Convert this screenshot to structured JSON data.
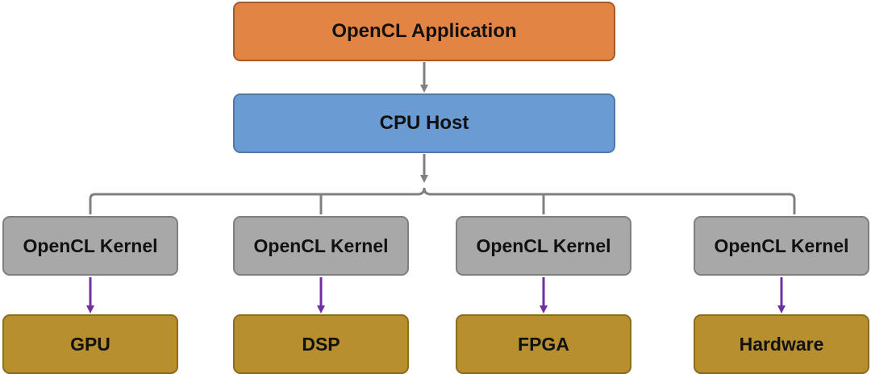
{
  "diagram": {
    "application": {
      "label": "OpenCL Application",
      "color": "#e28544"
    },
    "host": {
      "label": "CPU Host",
      "color": "#6a9bd2"
    },
    "kernels": [
      {
        "label": "OpenCL Kernel",
        "device": "GPU"
      },
      {
        "label": "OpenCL Kernel",
        "device": "DSP"
      },
      {
        "label": "OpenCL Kernel",
        "device": "FPGA"
      },
      {
        "label": "OpenCL Kernel",
        "device": "Hardware"
      }
    ],
    "colors": {
      "kernel": "#a8a8a8",
      "device": "#b88f2f",
      "connector": "#808080",
      "device_arrow": "#7030a0"
    }
  }
}
